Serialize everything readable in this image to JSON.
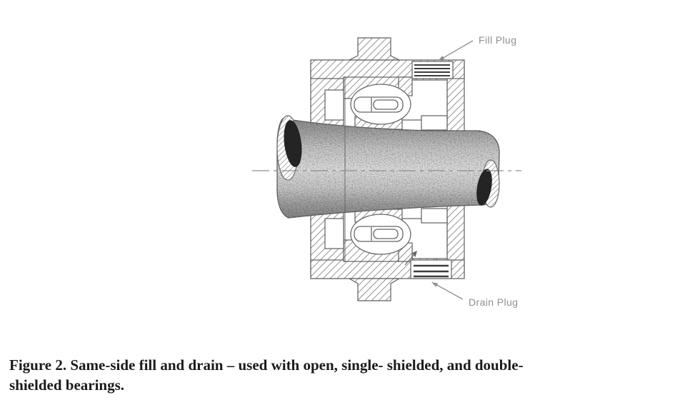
{
  "figure": {
    "callouts": {
      "fill_plug": "Fill Plug",
      "drain_plug": "Drain Plug"
    }
  },
  "caption": {
    "line1": "Figure 2. Same-side fill and drain – used with open, single- shielded, and double-",
    "line2": "shielded bearings."
  },
  "colors": {
    "background": "#ffffff",
    "drawing_line": "#5f5f5f",
    "hatch_line": "#707070",
    "callout_text": "#8f8f8f",
    "caption_text": "#1b1b1b",
    "shaft_light": "#e5e5e5",
    "shaft_dark": "#8a8a8a",
    "shaft_end_face": "#242424",
    "plug_thread": "#3d3d3d"
  }
}
